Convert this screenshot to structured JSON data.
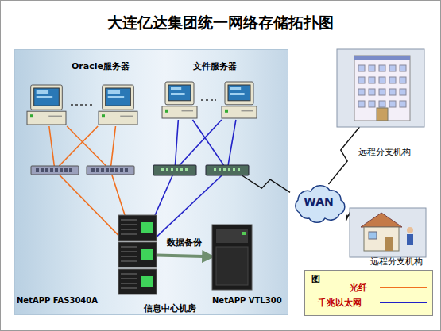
{
  "diagram": {
    "title": "大连亿达集团统一网络存储拓扑图",
    "nodes": [
      {
        "text": [
          "信息中心机房"
        ]
      },
      {
        "text": [],
        "in": 0
      },
      {
        "text": [],
        "in": 0
      },
      {
        "text": [],
        "in": 0
      },
      {
        "text": [],
        "in": 0
      },
      {
        "text": [],
        "in": 0
      },
      {
        "text": [],
        "in": 0
      },
      {
        "text": [],
        "in": 0
      },
      {
        "text": [],
        "in": 0
      },
      {
        "text": [
          "NetAPP FAS3040A"
        ],
        "in": 0
      },
      {
        "text": [
          "NetAPP VTL300"
        ],
        "in": 0
      },
      {
        "text": [
          "WAN"
        ]
      },
      {
        "text": [
          "远程分支机构"
        ]
      },
      {
        "text": [
          "远程分支机构"
        ]
      }
    ],
    "edges": [
      {
        "from": 1,
        "to": 5,
        "arrow": "none"
      },
      {
        "from": 1,
        "to": 6,
        "arrow": "none"
      },
      {
        "from": 2,
        "to": 5,
        "arrow": "none"
      },
      {
        "from": 2,
        "to": 6,
        "arrow": "none"
      },
      {
        "from": 3,
        "to": 7,
        "arrow": "none"
      },
      {
        "from": 3,
        "to": 8,
        "arrow": "none"
      },
      {
        "from": 4,
        "to": 7,
        "arrow": "none"
      },
      {
        "from": 4,
        "to": 8,
        "arrow": "none"
      },
      {
        "from": 5,
        "to": 9,
        "arrow": "none"
      },
      {
        "from": 6,
        "to": 9,
        "arrow": "none"
      },
      {
        "from": 7,
        "to": 9,
        "arrow": "none"
      },
      {
        "from": 8,
        "to": 9,
        "arrow": "none"
      },
      {
        "from": 9,
        "to": 10,
        "label": "数据备份",
        "arrow": "to"
      },
      {
        "from": 8,
        "to": 11,
        "arrow": "none"
      },
      {
        "from": 11,
        "to": 12,
        "arrow": "none"
      },
      {
        "from": 11,
        "to": 13,
        "arrow": "none"
      }
    ],
    "labels": [
      "Oracle服务器",
      "文件服务器",
      "图"
    ],
    "legend": [
      {
        "text": "光纤"
      },
      {
        "text": "千兆以太网"
      }
    ]
  }
}
